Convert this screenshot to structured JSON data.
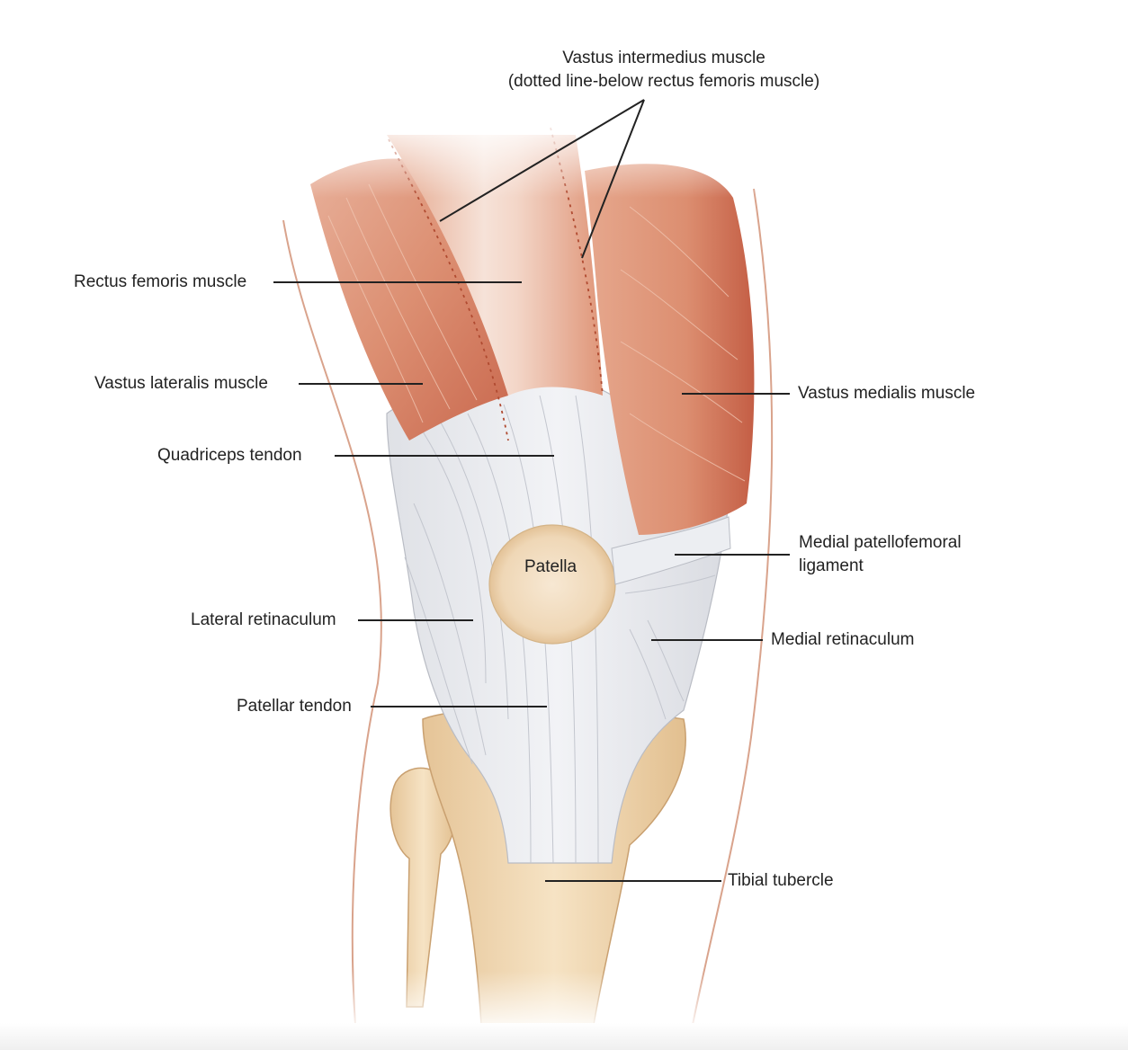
{
  "labels": {
    "vastus_intermedius_line1": "Vastus intermedius muscle",
    "vastus_intermedius_line2": "(dotted line-below rectus femoris muscle)",
    "rectus_femoris": "Rectus femoris muscle",
    "vastus_lateralis": "Vastus lateralis muscle",
    "vastus_medialis": "Vastus medialis muscle",
    "quadriceps_tendon": "Quadriceps tendon",
    "patella": "Patella",
    "mpfl_line1": "Medial patellofemoral",
    "mpfl_line2": "ligament",
    "lateral_retinaculum": "Lateral retinaculum",
    "medial_retinaculum": "Medial retinaculum",
    "patellar_tendon": "Patellar tendon",
    "tibial_tubercle": "Tibial tubercle"
  },
  "colors": {
    "muscle": "#e3a084",
    "muscle_dark": "#c9684e",
    "tendon": "#e9ebef",
    "bone": "#f1d9b3",
    "patella": "#f1dcbf",
    "skin_outline": "#d9a38c",
    "leader_line": "#222222"
  }
}
